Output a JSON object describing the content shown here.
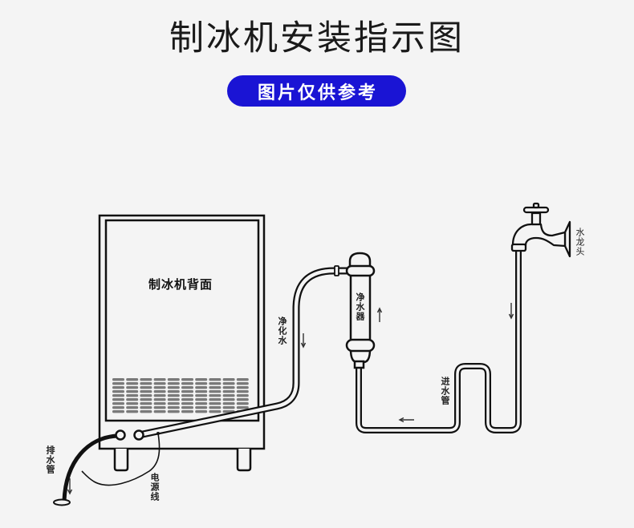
{
  "title": "制冰机安装指示图",
  "badge": "图片仅供参考",
  "diagram": {
    "machine_label": "制冰机背面",
    "labels": {
      "purified_water": "净化水",
      "filter": "净水器",
      "faucet": "水龙头",
      "inlet_pipe": "进水管",
      "drain_pipe": "排水管",
      "power_cord": "电源线"
    },
    "flow_arrows": [
      {
        "id": "purified-water-flow",
        "icon": "arrow-down-icon"
      },
      {
        "id": "filter-flow",
        "icon": "arrow-up-icon"
      },
      {
        "id": "inlet-flow",
        "icon": "arrow-left-icon"
      },
      {
        "id": "faucet-flow",
        "icon": "arrow-down-icon"
      },
      {
        "id": "drain-flow",
        "icon": "arrow-down-icon"
      }
    ]
  },
  "colors": {
    "background": "#f4f4f4",
    "badge": "#1a14d4",
    "badge_text": "#ffffff",
    "line": "#111111",
    "vent": "#7a7a7a"
  }
}
